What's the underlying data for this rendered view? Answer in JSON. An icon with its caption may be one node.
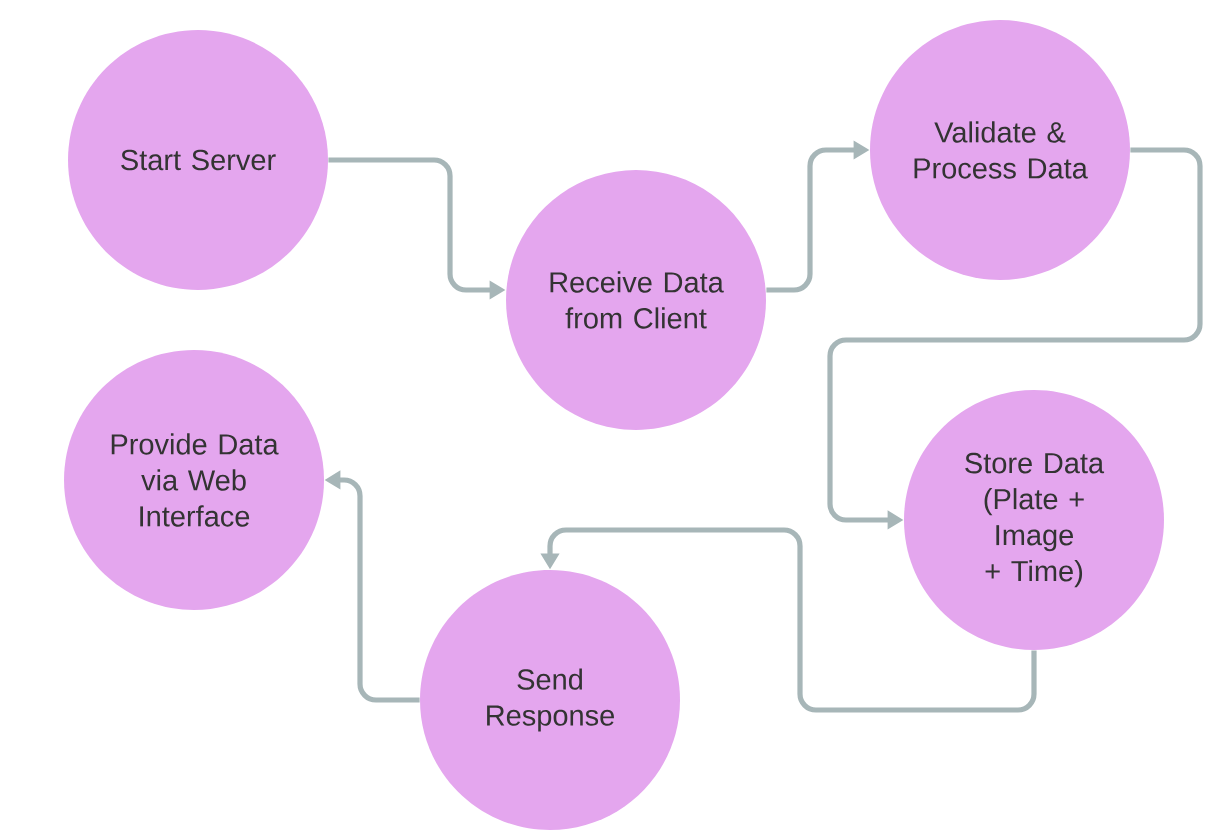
{
  "diagram": {
    "nodes": [
      {
        "text": [
          "Start Server"
        ]
      },
      {
        "text": [
          "Receive Data from Client"
        ]
      },
      {
        "text": [
          "Validate & Process Data"
        ]
      },
      {
        "text": [
          "Store Data (Plate + Image + Time)"
        ]
      },
      {
        "text": [
          "Send Response"
        ]
      },
      {
        "text": [
          "Provide Data via Web Interface"
        ]
      }
    ],
    "edges": [
      {
        "from": 0,
        "to": 1,
        "arrow": "to"
      },
      {
        "from": 1,
        "to": 2,
        "arrow": "to"
      },
      {
        "from": 2,
        "to": 3,
        "arrow": "to"
      },
      {
        "from": 3,
        "to": 4,
        "arrow": "to"
      },
      {
        "from": 4,
        "to": 5,
        "arrow": "to"
      }
    ]
  }
}
